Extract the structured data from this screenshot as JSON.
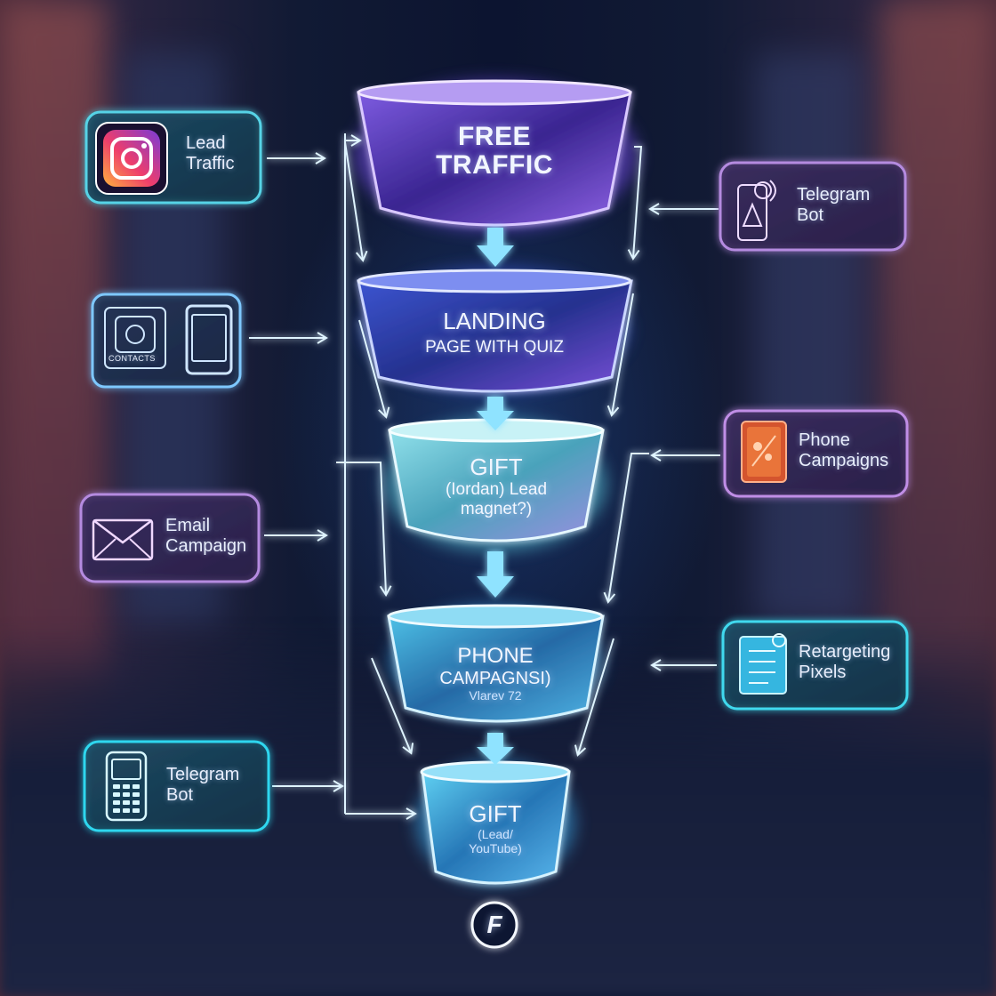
{
  "left_sources": [
    {
      "label_line1": "Lead",
      "label_line2": "Traffic",
      "icon": "instagram-icon",
      "accent": "#56d3e6"
    },
    {
      "label_line1": "",
      "label_line2": "",
      "icon_caption": "CONTACTS",
      "icon": "smartphone-icon",
      "accent": "#7ec8ff"
    },
    {
      "label_line1": "Email",
      "label_line2": "Campaign",
      "icon": "envelope-icon",
      "accent": "#b58be0"
    },
    {
      "label_line1": "Telegram",
      "label_line2": "Bot",
      "icon": "feature-phone-icon",
      "accent": "#2fd7ef"
    }
  ],
  "right_sources": [
    {
      "label_line1": "Telegram",
      "label_line2": "Bot",
      "icon": "telegram-bot-icon",
      "accent": "#b58be0"
    },
    {
      "label_line1": "Phone",
      "label_line2": "Campaigns",
      "icon": "phone-campaign-icon",
      "accent": "#c08ee6"
    },
    {
      "label_line1": "Retargeting",
      "label_line2": "Pixels",
      "icon": "retargeting-pixel-icon",
      "accent": "#3fd9ee"
    }
  ],
  "funnel": [
    {
      "line1": "FREE",
      "line2": "TRAFFIC",
      "color": "#4b2f9e"
    },
    {
      "line1": "LANDING",
      "line2": "PAGE WITH QUIZ",
      "color": "#2c3fa8"
    },
    {
      "line1": "GIFT",
      "line2": "(Iordan) Lead",
      "line3": "magnet?)",
      "color": "#5fb6c8"
    },
    {
      "line1": "PHONE",
      "line2": "CAMPAGNSI)",
      "line3": "Vlarev 72",
      "color": "#2f7fb8"
    },
    {
      "line1": "GIFT",
      "line2": "(Lead/",
      "line3": "YouTube)",
      "color": "#2f8ec8"
    }
  ],
  "logo_letter": "F",
  "colors": {
    "cyan_glow": "#5fe3ff",
    "purple_glow": "#b97cff",
    "background": "#0b1226"
  }
}
